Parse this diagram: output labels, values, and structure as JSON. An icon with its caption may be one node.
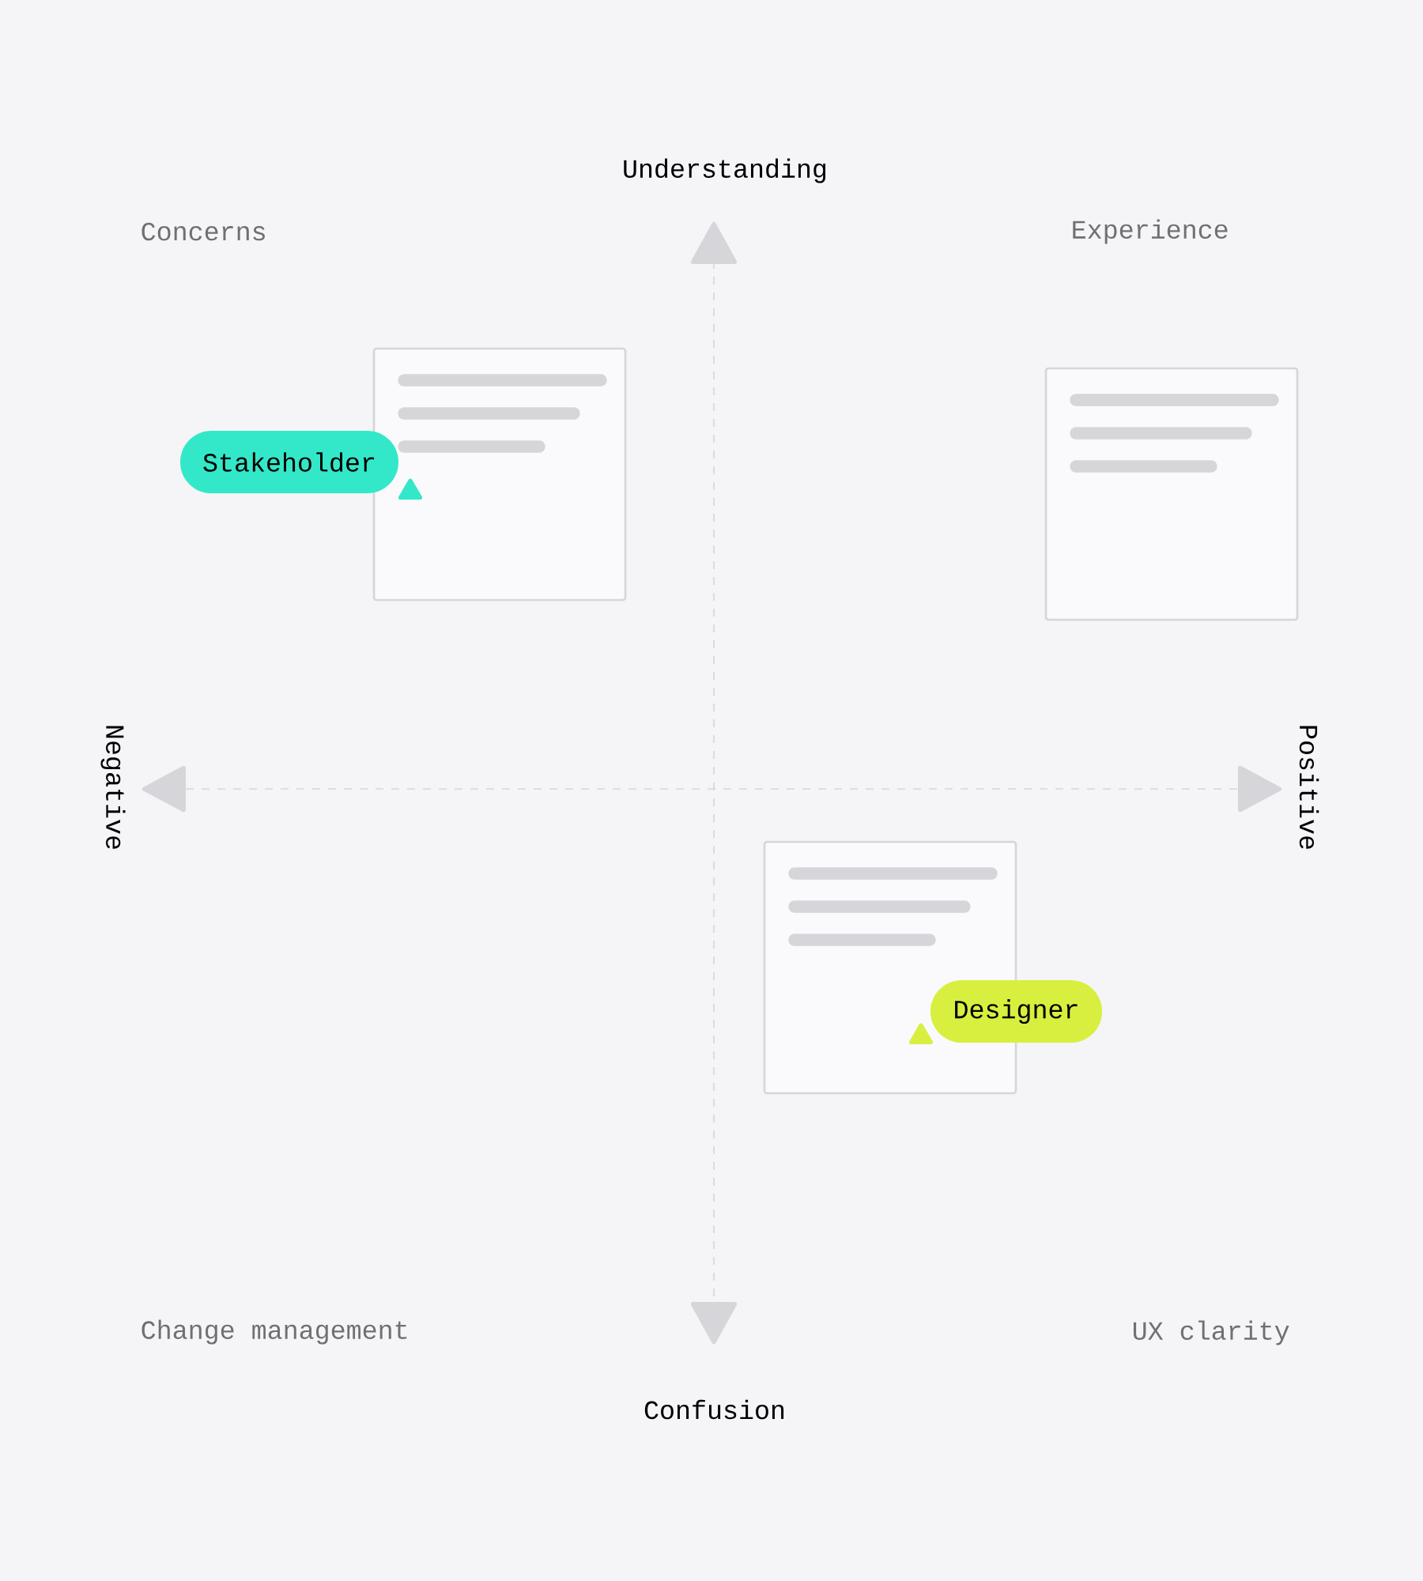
{
  "diagram": {
    "nodes": [
      {
        "text": [],
        "shape": "box"
      },
      {
        "text": [],
        "shape": "box"
      },
      {
        "text": [
          "Stakeholder"
        ]
      },
      {
        "text": [],
        "shape": "box"
      },
      {
        "text": [
          "Designer"
        ]
      }
    ],
    "labels": [
      "Understanding",
      "Concerns",
      "Experience",
      "Negative",
      "Positive",
      "Change management",
      "UX clarity",
      "Confusion"
    ]
  }
}
